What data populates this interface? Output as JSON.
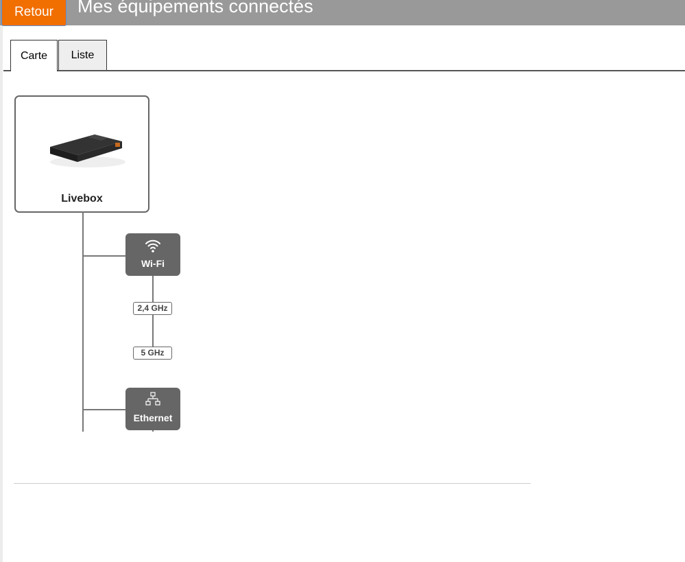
{
  "header": {
    "back_label": "Retour",
    "title": "Mes équipements connectés"
  },
  "tabs": [
    {
      "label": "Carte",
      "active": true
    },
    {
      "label": "Liste",
      "active": false
    }
  ],
  "map": {
    "root": {
      "label": "Livebox",
      "icon": "livebox-device-image"
    },
    "wifi": {
      "label": "Wi-Fi",
      "icon": "wifi-icon",
      "bands": [
        "2,4 GHz",
        "5 GHz"
      ]
    },
    "ethernet": {
      "label": "Ethernet",
      "icon": "network-icon"
    }
  }
}
